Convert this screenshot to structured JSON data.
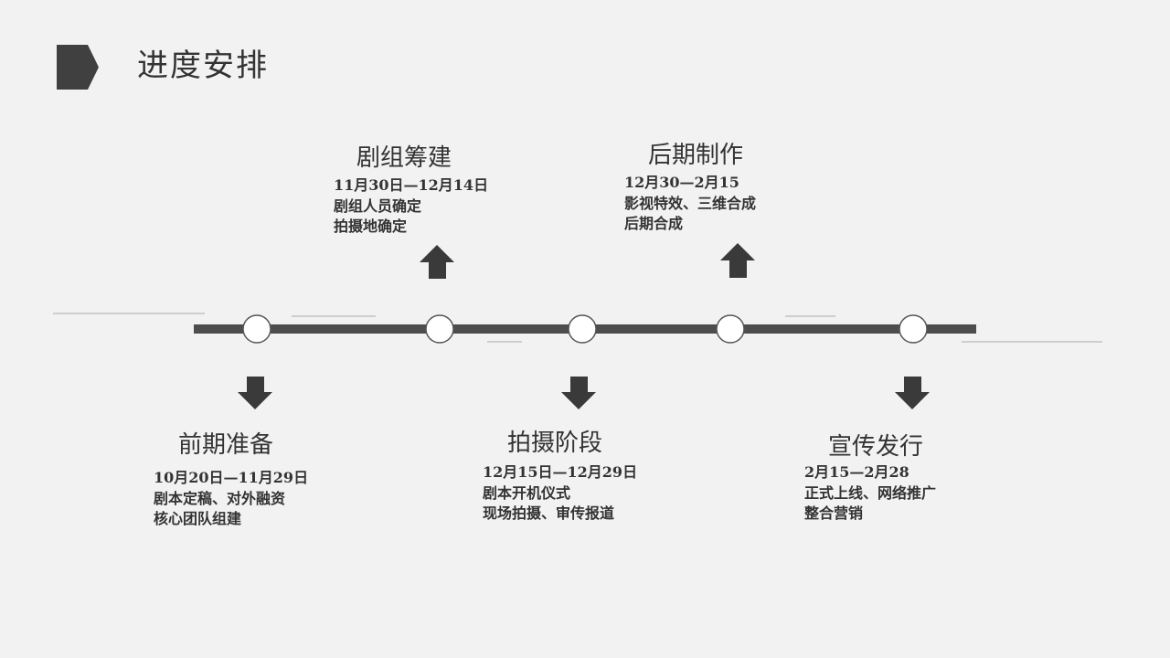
{
  "header": {
    "title": "进度安排",
    "icon": "pentagon-arrow-icon",
    "icon_color": "#404040"
  },
  "colors": {
    "timeline": "#4d4d4d",
    "node_fill": "#ffffff",
    "node_stroke": "#555555",
    "arrow": "#3a3a3a",
    "accent_line": "#aaaaaa"
  },
  "phases": [
    {
      "title": "前期准备",
      "date": "10月20日—11月29日",
      "tasks": [
        "剧本定稿、对外融资",
        "核心团队组建"
      ]
    },
    {
      "title": "剧组筹建",
      "date": "11月30日—12月14日",
      "tasks": [
        "剧组人员确定",
        "拍摄地确定"
      ]
    },
    {
      "title": "拍摄阶段",
      "date": "12月15日—12月29日",
      "tasks": [
        "剧本开机仪式",
        "现场拍摄、审传报道"
      ]
    },
    {
      "title": "后期制作",
      "date": "12月30—2月15",
      "tasks": [
        "影视特效、三维合成",
        "后期合成"
      ]
    },
    {
      "title": "宣传发行",
      "date": "2月15—2月28",
      "tasks": [
        "正式上线、网络推广",
        "整合营销"
      ]
    }
  ]
}
